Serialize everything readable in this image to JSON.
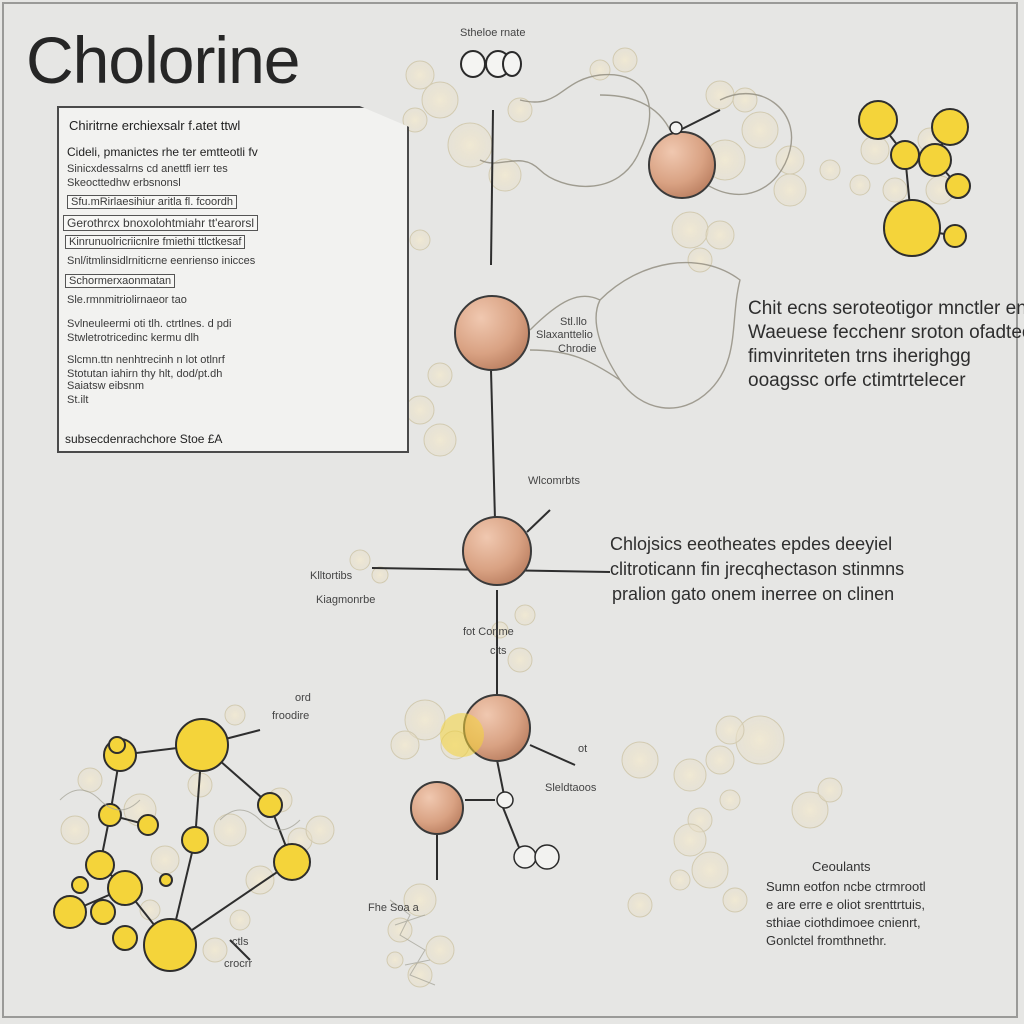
{
  "title": "Cholorine",
  "panel": {
    "header": "Chiritrne erchiexsalr f.atet ttwl",
    "subheader": "Cideli, pmanictes rhe ter emtteotli fv",
    "line1": "Sinicxdessalrns cd anettfl ierr tes",
    "line2": "Skeocttedhw erbsnonsl",
    "line3": "Sfu.mRirlaesihiur aritla fl. fcoordh",
    "line4": "Gerothrcx bnoxolohtmiahr tt'earorsl",
    "line5": "Kinrunuolricriicnlre fmiethi ttlctkesaf",
    "line6": "Snl/itmlinsidlrniticrne eenrienso inicces",
    "line7": "Schormerxaonmatan",
    "line8": "Sle.rmnmitriolirnaeor tao",
    "line9": "Svlneuleermi oti tlh. ctrtlnes. d pdi",
    "line10": "Stwletrotricedinc kermu dlh",
    "line11": "Slcmn.ttn nenhtrecinh n lot otlnrf",
    "line12": "Stotutan iahirn thy hlt, dod/pt.dh",
    "line13": "Saiatsw eibsnm",
    "line14": "St.ilt",
    "footer": "subsecdenrachchore Stoe £A"
  },
  "labels": {
    "top_label": "Stheloe rnate",
    "node2_label_a": "Stl.llo",
    "node2_label_b": "Slaxanttelio",
    "node2_label_c": "Chrodie",
    "node3_label": "Wlcomrbts",
    "cross_label_a": "Klltortibs",
    "cross_label_b": "Kiagmonrbe",
    "mid_label_a": "fot Conme",
    "mid_label_b": "cits",
    "lower_right_label": "Sleldtaoos",
    "lower_right_tick": "ot",
    "left_label_a": "ord",
    "left_label_b": "froodire",
    "bottom_center_label": "Fhe Soa a",
    "bottom_left_label_a": "ctls",
    "bottom_left_label_b": "crocrr"
  },
  "descriptions": {
    "right_desc": [
      "Chit ecns seroteotigor mnctler ents",
      "Waeuese fecchenr sroton ofadtecal",
      "fimvinriteten trns iherighgg",
      "ooagssc orfe ctimtrtelecer"
    ],
    "center_caption": [
      "Chlojsics eeotheates epdes deeyiel",
      "clitroticann fin jrecqhectason stinmns",
      "pralion gato onem inerree on clinen"
    ],
    "bottom_note_title": "Ceoulants",
    "bottom_note": [
      "Sumn eotfon ncbe ctrmrootl",
      "e are erre e oliot srenttrtuis,",
      "sthiae ciothdimoee cnienrt,",
      "Gonlctel fromthnethr."
    ]
  },
  "colors": {
    "background": "#e6e6e4",
    "node_fill": "#d6a184",
    "node_stroke": "#3a3a3a",
    "atom_yellow": "#f4d43a",
    "cloud_tint": "#ece5c8",
    "line": "#2e2e2e"
  }
}
